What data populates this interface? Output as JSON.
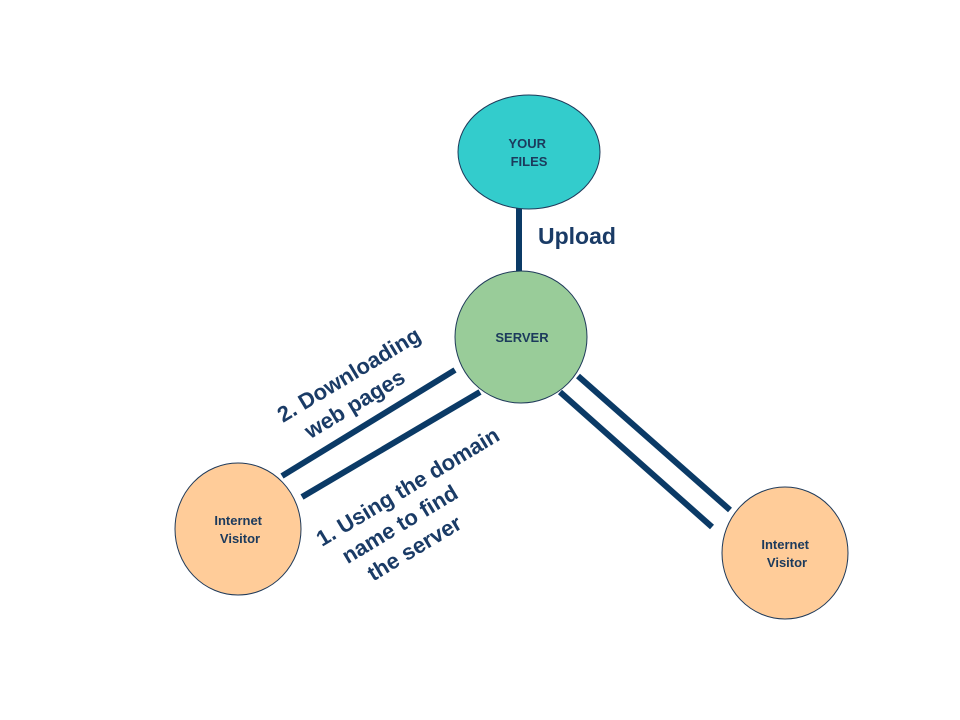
{
  "nodes": {
    "files": {
      "line1": "YOUR",
      "line2": "FILES",
      "color": "#33cccc"
    },
    "server": {
      "label": "SERVER",
      "color": "#99cc99"
    },
    "visitor_left": {
      "line1": "Internet",
      "line2": "Visitor",
      "color": "#ffcc99"
    },
    "visitor_right": {
      "line1": "Internet",
      "line2": "Visitor",
      "color": "#ffcc99"
    }
  },
  "edges": {
    "upload": {
      "label": "Upload"
    },
    "downloading": {
      "line1": "2. Downloading",
      "line2": "web pages"
    },
    "domain": {
      "line1": "1. Using the domain",
      "line2": "name to find",
      "line3": "the server"
    }
  },
  "colors": {
    "connector": "#0b3a66",
    "text": "#1a3b66",
    "node_outline": "#1f3a5a"
  }
}
